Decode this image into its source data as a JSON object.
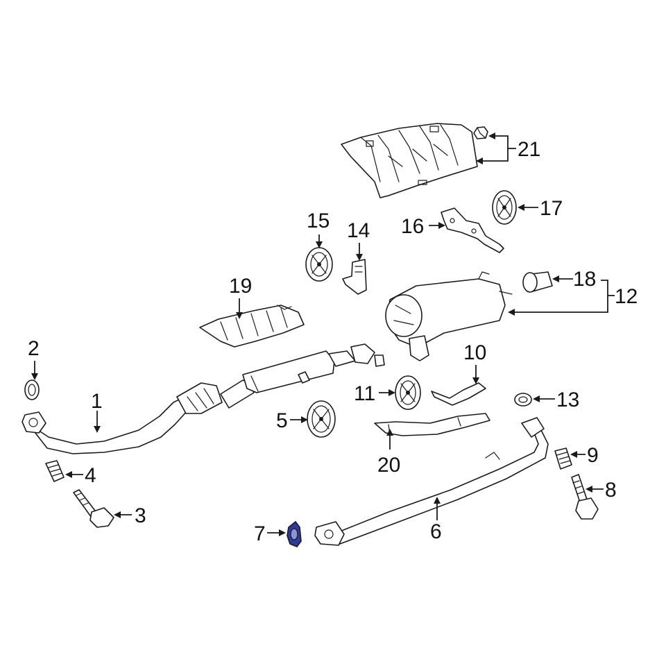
{
  "diagram": {
    "callouts": [
      {
        "id": "c1",
        "label": "1"
      },
      {
        "id": "c2",
        "label": "2"
      },
      {
        "id": "c3",
        "label": "3"
      },
      {
        "id": "c4",
        "label": "4"
      },
      {
        "id": "c5",
        "label": "5"
      },
      {
        "id": "c6",
        "label": "6"
      },
      {
        "id": "c7",
        "label": "7"
      },
      {
        "id": "c8",
        "label": "8"
      },
      {
        "id": "c9",
        "label": "9"
      },
      {
        "id": "c10",
        "label": "10"
      },
      {
        "id": "c11",
        "label": "11"
      },
      {
        "id": "c12",
        "label": "12"
      },
      {
        "id": "c13",
        "label": "13"
      },
      {
        "id": "c14",
        "label": "14"
      },
      {
        "id": "c15",
        "label": "15"
      },
      {
        "id": "c16",
        "label": "16"
      },
      {
        "id": "c17",
        "label": "17"
      },
      {
        "id": "c18",
        "label": "18"
      },
      {
        "id": "c19",
        "label": "19"
      },
      {
        "id": "c20",
        "label": "20"
      },
      {
        "id": "c21",
        "label": "21"
      }
    ],
    "highlighted_part": "7",
    "colors": {
      "highlight": "#2e3a9e",
      "line": "#1a1a1a",
      "background": "#ffffff"
    }
  }
}
